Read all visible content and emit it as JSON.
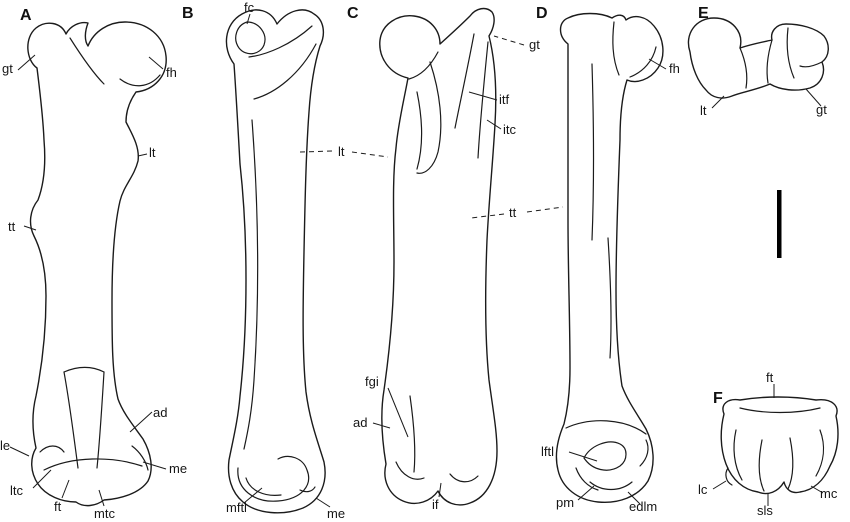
{
  "figure": {
    "panels": {
      "A": "A",
      "B": "B",
      "C": "C",
      "D": "D",
      "E": "E",
      "F": "F"
    },
    "labels": {
      "a": {
        "gt": "gt",
        "fh": "fh",
        "lt": "lt",
        "tt": "tt",
        "ad": "ad",
        "le": "le",
        "ltc": "ltc",
        "ft": "ft",
        "mtc": "mtc",
        "me": "me"
      },
      "b": {
        "fc": "fc",
        "lt": "lt",
        "mftl": "mftl",
        "me": "me"
      },
      "c": {
        "gt": "gt",
        "itf": "itf",
        "itc": "itc",
        "tt": "tt",
        "fgi": "fgi",
        "ad": "ad",
        "if": "if"
      },
      "d": {
        "fh": "fh",
        "lftl": "lftl",
        "pm": "pm",
        "edlm": "edlm"
      },
      "e": {
        "lt": "lt",
        "gt": "gt"
      },
      "f": {
        "ft": "ft",
        "lc": "lc",
        "sls": "sls",
        "mc": "mc"
      }
    },
    "colors": {
      "line": "#1b1b1b",
      "background": "#ffffff"
    }
  }
}
